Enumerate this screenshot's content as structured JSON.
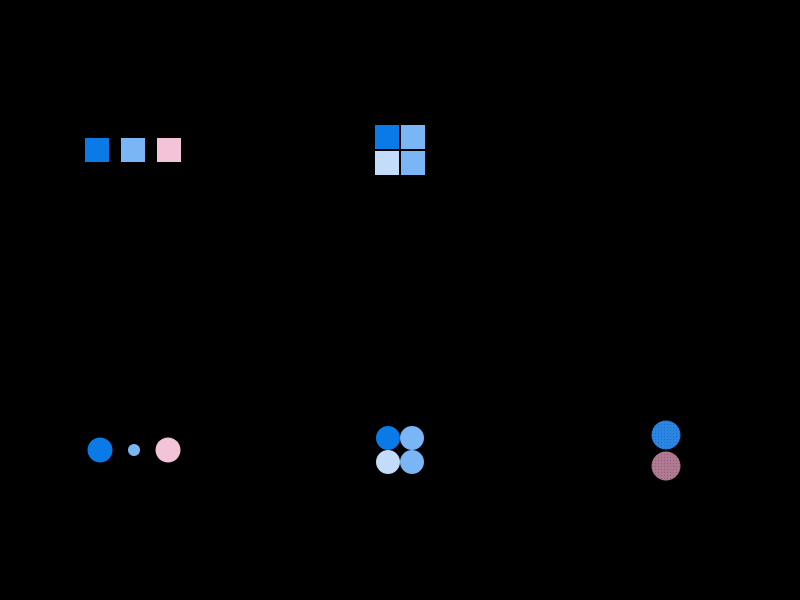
{
  "background": "#000000",
  "colors": {
    "blue": "#0a7ae6",
    "light_blue": "#7ab6f5",
    "pale_blue": "#c2dcfa",
    "pink": "#f3c3d7",
    "mauve": "#b07a93"
  },
  "groups": [
    {
      "name": "square-row",
      "shape": "square",
      "items": [
        {
          "name": "blue-square",
          "color": "#0a7ae6"
        },
        {
          "name": "light-blue-square",
          "color": "#7ab6f5"
        },
        {
          "name": "pink-square",
          "color": "#f3c3d7"
        }
      ]
    },
    {
      "name": "square-grid",
      "shape": "square",
      "items": [
        {
          "name": "blue-square",
          "color": "#0a7ae6"
        },
        {
          "name": "light-blue-square",
          "color": "#7ab6f5"
        },
        {
          "name": "pale-blue-square",
          "color": "#c2dcfa"
        },
        {
          "name": "light-blue-square",
          "color": "#7ab6f5"
        }
      ]
    },
    {
      "name": "circle-row",
      "shape": "circle",
      "items": [
        {
          "name": "blue-circle",
          "color": "#0a7ae6"
        },
        {
          "name": "small-light-blue-circle",
          "color": "#7ab6f5"
        },
        {
          "name": "pink-circle",
          "color": "#f3c3d7"
        }
      ]
    },
    {
      "name": "circle-grid",
      "shape": "circle",
      "items": [
        {
          "name": "blue-circle",
          "color": "#0a7ae6"
        },
        {
          "name": "light-blue-circle",
          "color": "#7ab6f5"
        },
        {
          "name": "pale-blue-circle",
          "color": "#c2dcfa"
        },
        {
          "name": "light-blue-circle",
          "color": "#7ab6f5"
        }
      ]
    },
    {
      "name": "textured-circle-stack",
      "shape": "circle",
      "items": [
        {
          "name": "textured-blue-circle",
          "color": "#2a86e3",
          "texture": "dotted"
        },
        {
          "name": "textured-mauve-circle",
          "color": "#b07a93",
          "texture": "dotted"
        }
      ]
    }
  ]
}
